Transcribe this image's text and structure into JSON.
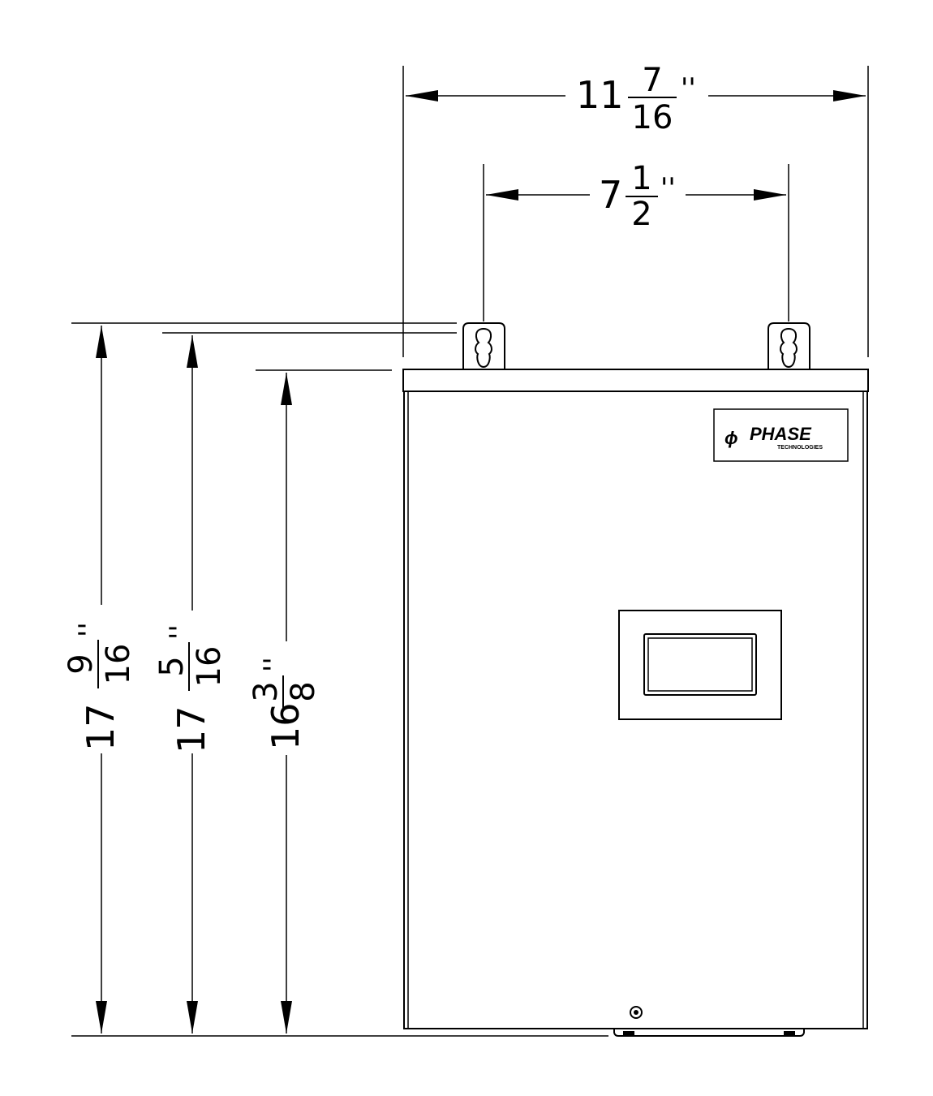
{
  "dimensions": {
    "overall_width": {
      "whole": "11",
      "numerator": "7",
      "denominator": "16",
      "unit": "''"
    },
    "mount_spacing": {
      "whole": "7",
      "numerator": "1",
      "denominator": "2",
      "unit": "''"
    },
    "overall_height": {
      "whole": "17",
      "numerator": "9",
      "denominator": "16",
      "unit": "''"
    },
    "slot_height": {
      "whole": "17",
      "numerator": "5",
      "denominator": "16",
      "unit": "''"
    },
    "body_height": {
      "whole": "16",
      "numerator": "3",
      "denominator": "8",
      "unit": "''"
    }
  },
  "logo": {
    "symbol": "ϕ",
    "name": "PHASE",
    "subtitle": "TECHNOLOGIES"
  }
}
